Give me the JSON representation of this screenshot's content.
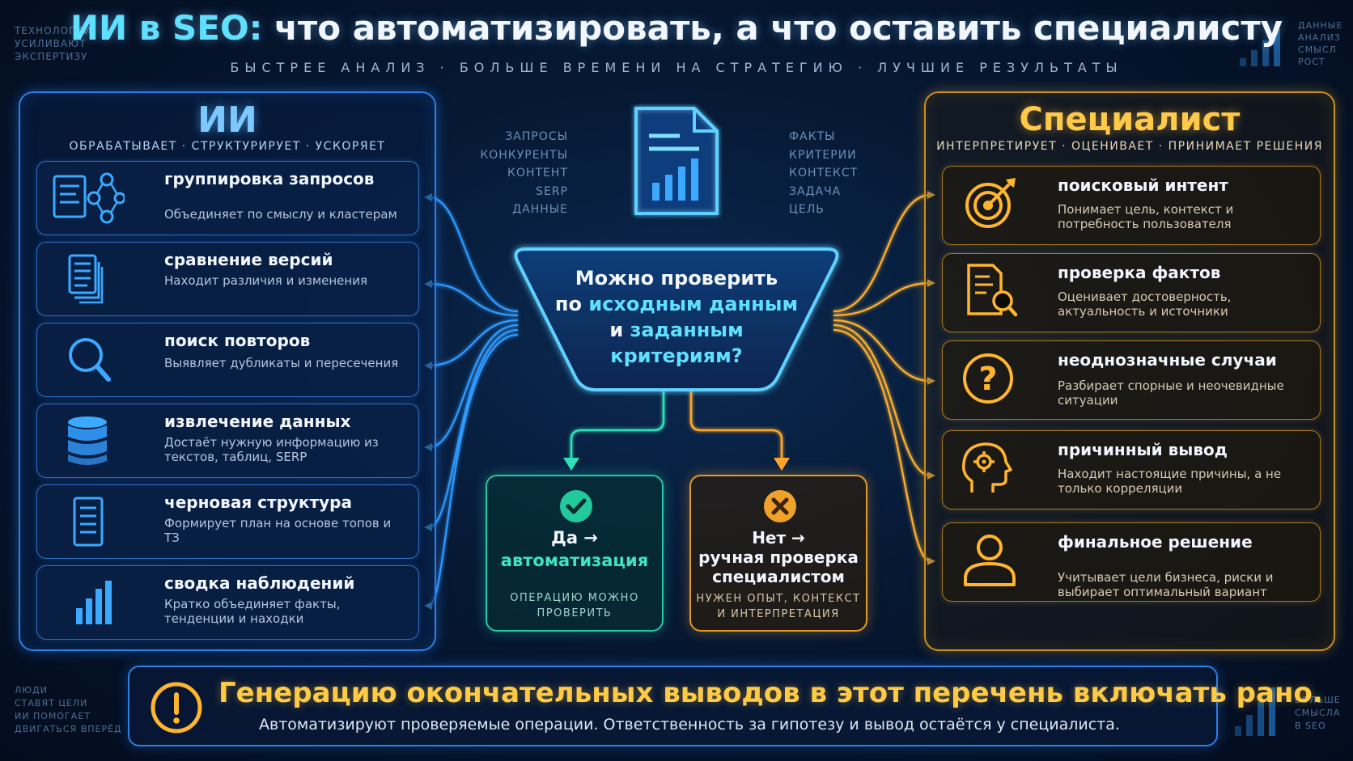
{
  "header": {
    "title_prefix": "ИИ в SEO:",
    "title_rest": " что автоматизировать, а что оставить специалисту",
    "subtitle": "БЫСТРЕЕ АНАЛИЗ · БОЛЬШЕ ВРЕМЕНИ НА СТРАТЕГИЮ · ЛУЧШИЕ РЕЗУЛЬТАТЫ"
  },
  "corners": {
    "top_left": [
      "ТЕХНОЛОГИИ",
      "УСИЛИВАЮТ",
      "ЭКСПЕРТИЗУ"
    ],
    "top_right": [
      "ДАННЫЕ",
      "АНАЛИЗ",
      "СМЫСЛ",
      "РОСТ"
    ],
    "bottom_left": [
      "ЛЮДИ",
      "СТАВЯТ ЦЕЛИ",
      "ИИ ПОМОГАЕТ",
      "ДВИГАТЬСЯ ВПЕРЁД"
    ],
    "bottom_right": [
      "БОЛЬШЕ",
      "СМЫСЛА",
      "В SEO"
    ]
  },
  "ai": {
    "title": "ИИ",
    "subtitle": "ОБРАБАТЫВАЕТ · СТРУКТУРИРУЕТ · УСКОРЯЕТ",
    "items": [
      {
        "title": "группировка запросов",
        "desc": "Объединяет по смыслу и кластерам",
        "icon": "clustering-icon"
      },
      {
        "title": "сравнение версий",
        "desc": "Находит различия и изменения",
        "icon": "documents-icon"
      },
      {
        "title": "поиск повторов",
        "desc": "Выявляет дубликаты и пересечения",
        "icon": "magnifier-icon"
      },
      {
        "title": "извлечение данных",
        "desc": "Достаёт нужную информацию из текстов, таблиц, SERP",
        "icon": "database-icon"
      },
      {
        "title": "черновая структура",
        "desc": "Формирует план на основе топов и ТЗ",
        "icon": "document-icon"
      },
      {
        "title": "сводка наблюдений",
        "desc": "Кратко объединяет факты, тенденции и находки",
        "icon": "bar-chart-icon"
      }
    ]
  },
  "specialist": {
    "title": "Специалист",
    "subtitle": "ИНТЕРПРЕТИРУЕТ · ОЦЕНИВАЕТ · ПРИНИМАЕТ РЕШЕНИЯ",
    "items": [
      {
        "title": "поисковый интент",
        "desc": "Понимает цель, контекст и потребность пользователя",
        "icon": "target-icon"
      },
      {
        "title": "проверка фактов",
        "desc": "Оценивает достоверность, актуальность и источники",
        "icon": "document-search-icon"
      },
      {
        "title": "неоднозначные случаи",
        "desc": "Разбирает спорные и неочевидные ситуации",
        "icon": "question-icon"
      },
      {
        "title": "причинный вывод",
        "desc": "Находит настоящие причины, а не только корреляции",
        "icon": "head-gear-icon"
      },
      {
        "title": "финальное решение",
        "desc": "Учитывает цели бизнеса, риски и выбирает оптимальный вариант",
        "icon": "person-icon"
      }
    ]
  },
  "center": {
    "inputs_left": [
      "ЗАПРОСЫ",
      "КОНКУРЕНТЫ",
      "КОНТЕНТ",
      "SERP",
      "ДАННЫЕ"
    ],
    "inputs_right": [
      "ФАКТЫ",
      "КРИТЕРИИ",
      "КОНТЕКСТ",
      "ЗАДАЧА",
      "ЦЕЛЬ"
    ],
    "question_line1": "Можно проверить",
    "question_line2a": "по ",
    "question_line2b": "исходным данным",
    "question_line3a": "и ",
    "question_line3b": "заданным",
    "question_line4": "критериям?",
    "yes_label": "Да →",
    "yes_action": "автоматизация",
    "yes_note": [
      "ОПЕРАЦИЮ МОЖНО",
      "ПРОВЕРИТЬ"
    ],
    "no_label": "Нет →",
    "no_action": [
      "ручная проверка",
      "специалистом"
    ],
    "no_note": [
      "НУЖЕН ОПЫТ, КОНТЕКСТ",
      "И ИНТЕРПРЕТАЦИЯ"
    ]
  },
  "banner": {
    "title": "Генерацию окончательных выводов в этот перечень включать рано.",
    "text": "Автоматизируют проверяемые операции. Ответственность за гипотезу и вывод остаётся у специалиста."
  },
  "colors": {
    "ai_accent": "#2d7fe0",
    "specialist_accent": "#c8901e",
    "yes_accent": "#21c9a6",
    "no_accent": "#e49a26",
    "highlight": "#5fe0ff"
  }
}
